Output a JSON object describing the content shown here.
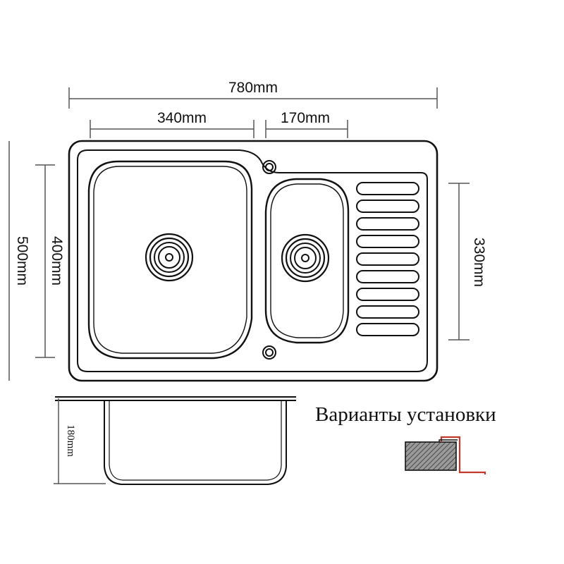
{
  "dimensions": {
    "overall_width": "780mm",
    "large_bowl_width": "340mm",
    "small_bowl_width": "170mm",
    "overall_depth": "500mm",
    "bowl_depth": "400mm",
    "drainer_length": "330mm",
    "bowl_height": "180mm"
  },
  "install": {
    "title": "Варианты установки"
  },
  "colors": {
    "line": "#111111",
    "dim_line": "#555555",
    "install_edge": "#c0392b",
    "hatch": "#555555"
  },
  "icons": {
    "drain_large": "drain-icon",
    "drain_small": "drain-icon",
    "tap_hole": "tap-hole-icon",
    "overflow": "overflow-icon"
  }
}
